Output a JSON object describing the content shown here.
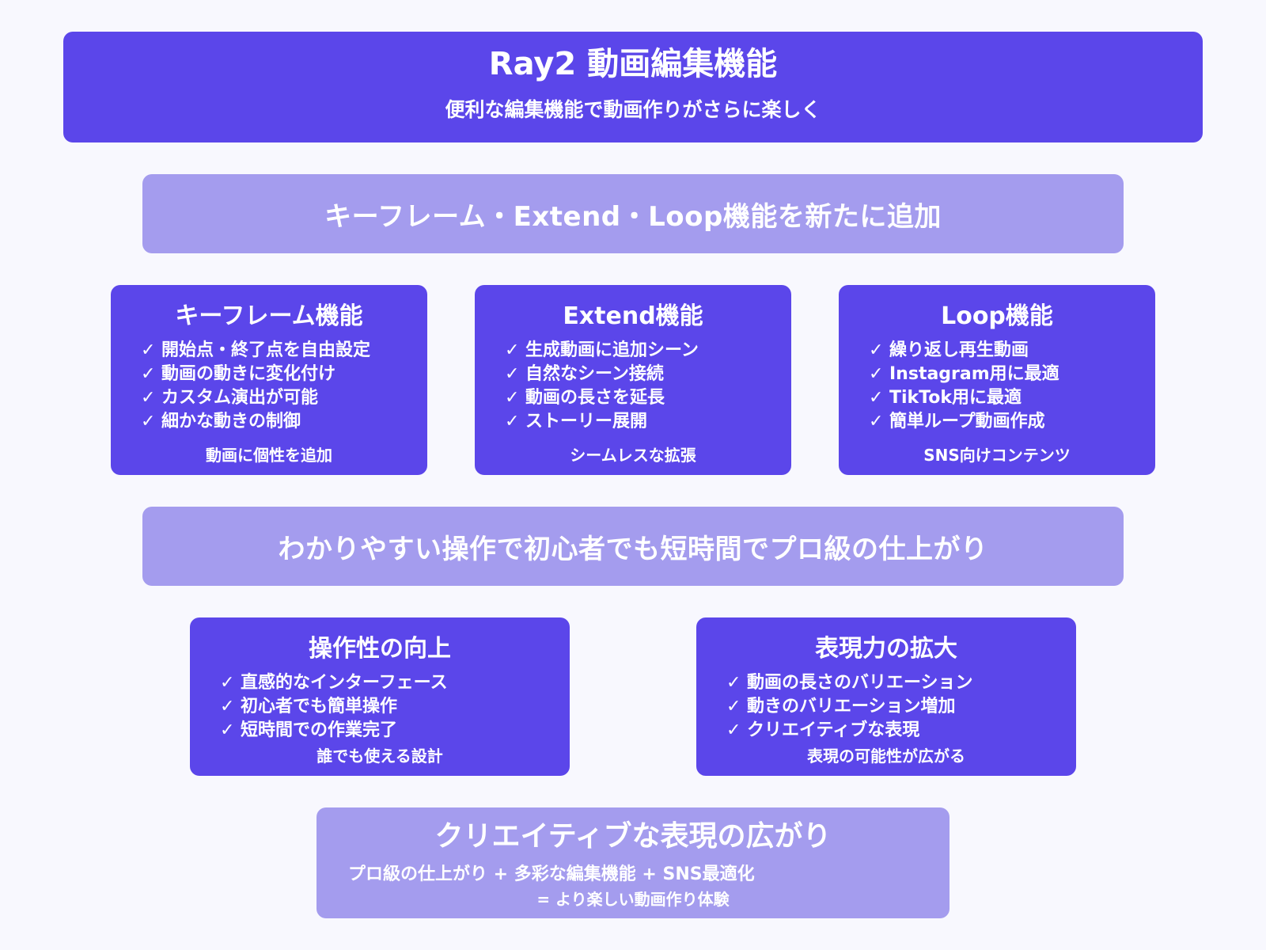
{
  "header": {
    "title": "Ray2 動画編集機能",
    "subtitle": "便利な編集機能で動画作りがさらに楽しく"
  },
  "banner_top": "キーフレーム・Extend・Loop機能を新たに追加",
  "features": {
    "keyframe": {
      "title": "キーフレーム機能",
      "items": [
        "開始点・終了点を自由設定",
        "動画の動きに変化付け",
        "カスタム演出が可能",
        "細かな動きの制御"
      ],
      "footer": "動画に個性を追加"
    },
    "extend": {
      "title": "Extend機能",
      "items": [
        "生成動画に追加シーン",
        "自然なシーン接続",
        "動画の長さを延長",
        "ストーリー展開"
      ],
      "footer": "シームレスな拡張"
    },
    "loop": {
      "title": "Loop機能",
      "items": [
        "繰り返し再生動画",
        "Instagram用に最適",
        "TikTok用に最適",
        "簡単ループ動画作成"
      ],
      "footer": "SNS向けコンテンツ"
    }
  },
  "banner_middle": "わかりやすい操作で初心者でも短時間でプロ級の仕上がり",
  "benefits": {
    "operability": {
      "title": "操作性の向上",
      "items": [
        "直感的なインターフェース",
        "初心者でも簡単操作",
        "短時間での作業完了"
      ],
      "footer": "誰でも使える設計"
    },
    "expression": {
      "title": "表現力の拡大",
      "items": [
        "動画の長さのバリエーション",
        "動きのバリエーション増加",
        "クリエイティブな表現"
      ],
      "footer": "表現の可能性が広がる"
    }
  },
  "summary": {
    "title": "クリエイティブな表現の広がり",
    "line1": "プロ級の仕上がり + 多彩な編集機能 + SNS最適化",
    "line2": "= より楽しい動画作り体験"
  },
  "check_mark": "✓",
  "colors": {
    "dark_box": "#5b46ea",
    "light_box": "#a49cee",
    "background": "#f8f8fe",
    "text": "#ffffff"
  }
}
